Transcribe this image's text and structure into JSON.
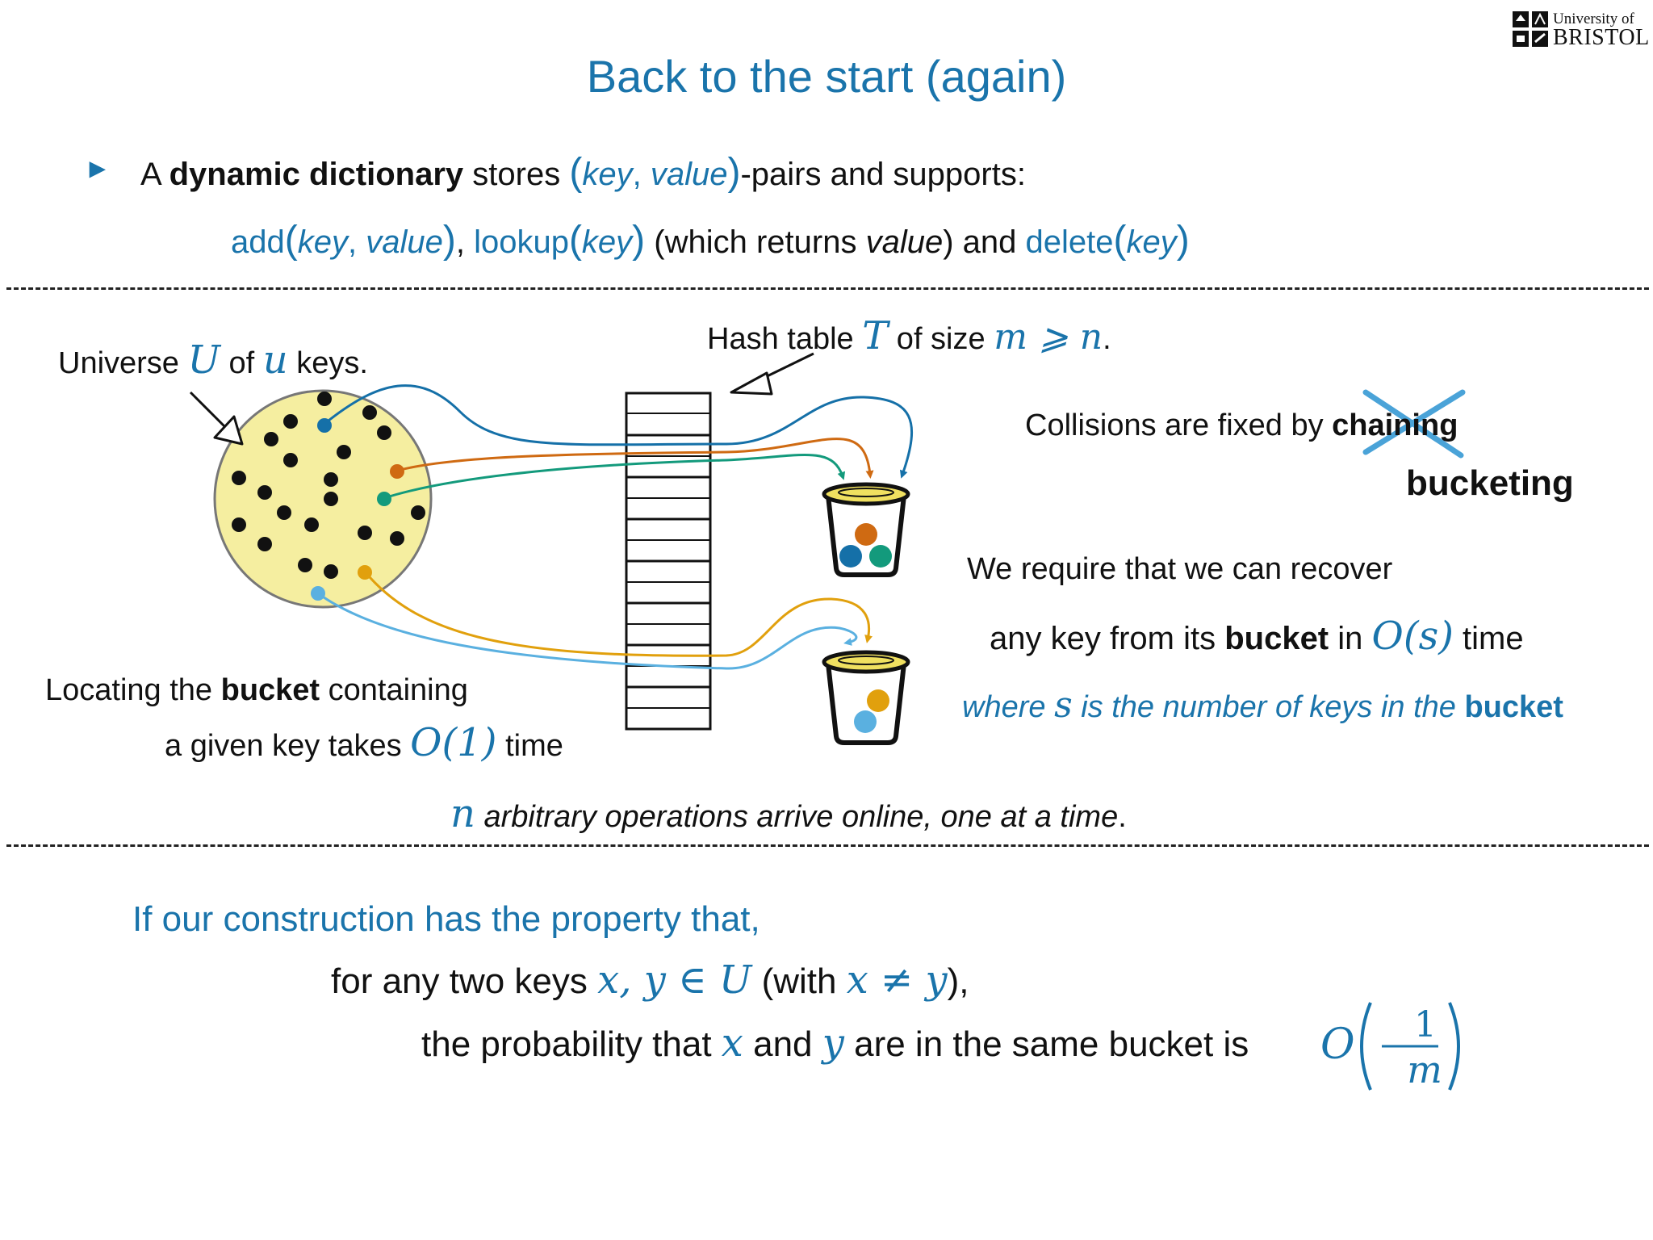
{
  "slide": {
    "title": "Back to the start (again)",
    "logo": {
      "line1": "University of",
      "line2": "BRISTOL"
    },
    "bullet_marker": "►",
    "intro": {
      "a": "A",
      "term": "dynamic dictionary",
      "stores": "stores",
      "pair_open": "(",
      "pair_key": "key",
      "pair_comma": ", ",
      "pair_value": "value",
      "pair_close": ")",
      "pairs_and_supports": "-pairs and supports:"
    },
    "ops": {
      "add": "add",
      "add_open": "(",
      "add_key": "key",
      "add_comma": ", ",
      "add_value": "value",
      "add_close": ")",
      "sep1": ", ",
      "lookup": "lookup",
      "lookup_open": "(",
      "lookup_key": "key",
      "lookup_close": ")",
      "returns_pre": " (which returns ",
      "returns_value": "value",
      "returns_post": ") and ",
      "delete": "delete",
      "delete_open": "(",
      "delete_key": "key",
      "delete_close": ")"
    },
    "diagram": {
      "universe": {
        "pre": "Universe ",
        "U": "U",
        "of": " of ",
        "u": "u",
        "post": " keys."
      },
      "hash_table": {
        "pre": "Hash table ",
        "T": "T",
        "of_size": " of size ",
        "cond": "m ⩾ n",
        "post": "."
      },
      "collisions": {
        "pre": "Collisions are fixed by ",
        "chaining": "chaining",
        "bucketing": "bucketing"
      },
      "recover": {
        "line1": "We require that we can recover",
        "line2_pre": "any key from its ",
        "line2_bucket": "bucket",
        "line2_in": " in ",
        "line2_math": "O(s)",
        "line2_post": " time",
        "line3_pre": "where ",
        "line3_s": "s",
        "line3_mid": " is the number of keys in the ",
        "line3_bucket": "bucket"
      },
      "locating": {
        "line1_pre": "Locating the ",
        "line1_bucket": "bucket",
        "line1_post": " containing",
        "line2_pre": "a given key takes ",
        "line2_math": "O(1)",
        "line2_post": " time"
      },
      "online": {
        "n": "n",
        "text": " arbitrary operations arrive online, one at a time",
        "period": "."
      },
      "colors": {
        "circle_fill": "#f5eea0",
        "bucket_lid": "#f0e060",
        "dark_blue": "#1570a8",
        "orange": "#cf6a12",
        "teal": "#139a7c",
        "amber": "#e1a00d",
        "light_blue": "#5ab0e0",
        "cross": "#4aa3d8"
      }
    },
    "property": {
      "line1": "If our construction has the property that,",
      "line2_pre": "for any two keys ",
      "line2_math": "x, y ∈ U",
      "line2_with": " (with ",
      "line2_neq": "x ≠ y",
      "line2_post": "),",
      "line3_pre": "the probability that ",
      "line3_x": "x",
      "line3_and": " and ",
      "line3_y": "y",
      "line3_post": " are in the same bucket is ",
      "line3_O": "O",
      "frac_num": "1",
      "frac_den": "m"
    }
  }
}
